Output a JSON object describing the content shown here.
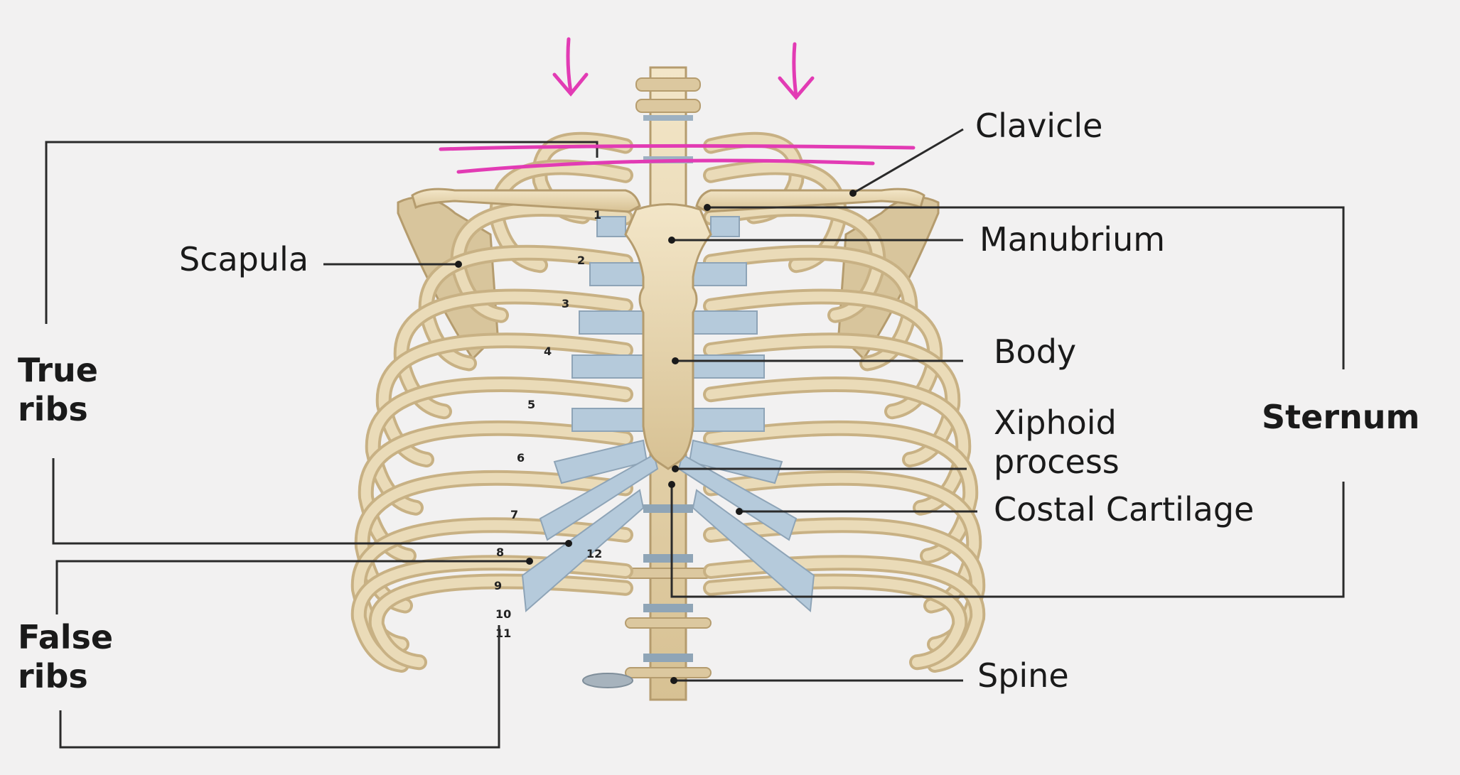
{
  "labels": {
    "clavicle": "Clavicle",
    "manubrium": "Manubrium",
    "scapula": "Scapula",
    "body": "Body",
    "xiphoid_line1": "Xiphoid",
    "xiphoid_line2": "process",
    "costal_cartilage": "Costal Cartilage",
    "spine": "Spine",
    "true_ribs_line1": "True",
    "true_ribs_line2": "ribs",
    "false_ribs_line1": "False",
    "false_ribs_line2": "ribs",
    "sternum": "Sternum"
  },
  "rib_numbers": [
    "1",
    "2",
    "3",
    "4",
    "5",
    "6",
    "7",
    "8",
    "9",
    "10",
    "11",
    "12"
  ],
  "colors": {
    "background": "#f2f1f1",
    "bone": "#e6d6b4",
    "bone_outline": "#b59c6e",
    "cartilage": "#b5cadb",
    "leader_line": "#2a2a2a",
    "annotation": "#e23bb4"
  }
}
